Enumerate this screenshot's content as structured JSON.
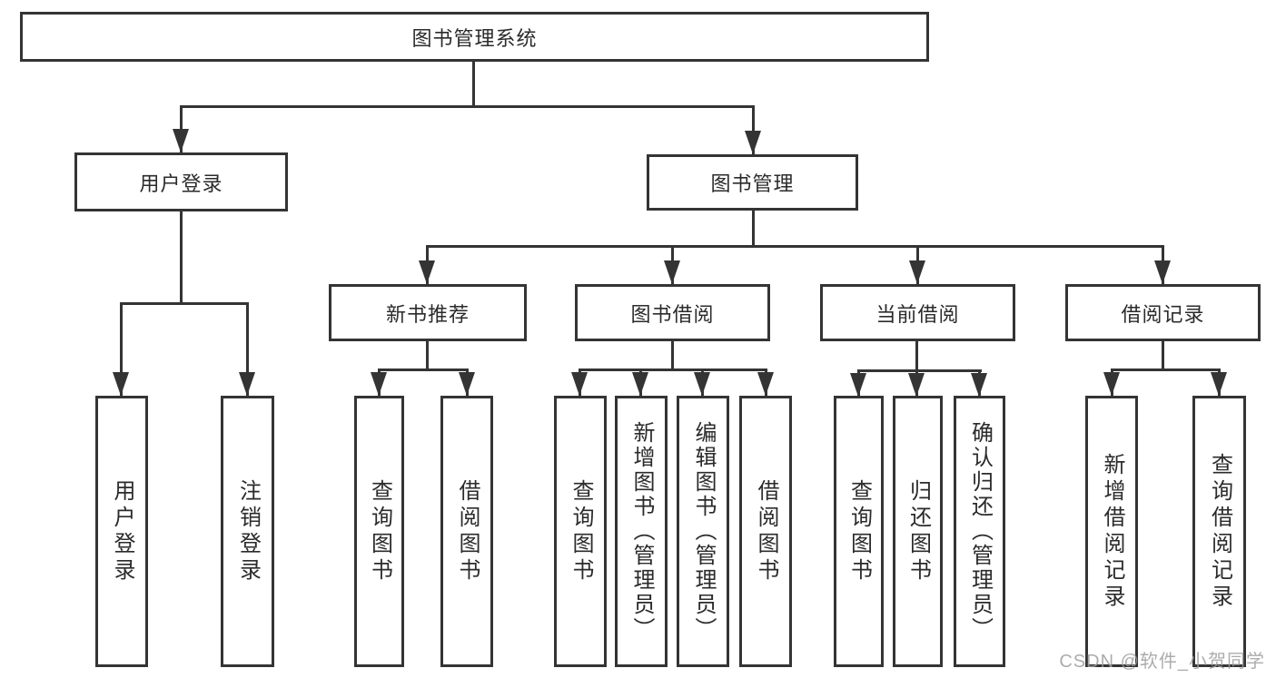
{
  "tree": {
    "root": {
      "label": "图书管理系统"
    },
    "branches": [
      {
        "label": "用户登录",
        "children": [
          {
            "label": "用户登录"
          },
          {
            "label": "注销登录"
          }
        ]
      },
      {
        "label": "图书管理",
        "children": [
          {
            "label": "新书推荐",
            "children": [
              {
                "label": "查询图书"
              },
              {
                "label": "借阅图书"
              }
            ]
          },
          {
            "label": "图书借阅",
            "children": [
              {
                "label": "查询图书"
              },
              {
                "label": "新增图书（管理员）"
              },
              {
                "label": "编辑图书（管理员）"
              },
              {
                "label": "借阅图书"
              }
            ]
          },
          {
            "label": "当前借阅",
            "children": [
              {
                "label": "查询图书"
              },
              {
                "label": "归还图书"
              },
              {
                "label": "确认归还（管理员）"
              }
            ]
          },
          {
            "label": "借阅记录",
            "children": [
              {
                "label": "新增借阅记录"
              },
              {
                "label": "查询借阅记录"
              }
            ]
          }
        ]
      }
    ]
  },
  "watermark": {
    "text": "CSDN @软件_小贺同学"
  },
  "colors": {
    "line": "#343434",
    "box_border": "#343434",
    "text": "#2b2b2b",
    "background": "#ffffff",
    "watermark": "#9e9e9e"
  }
}
